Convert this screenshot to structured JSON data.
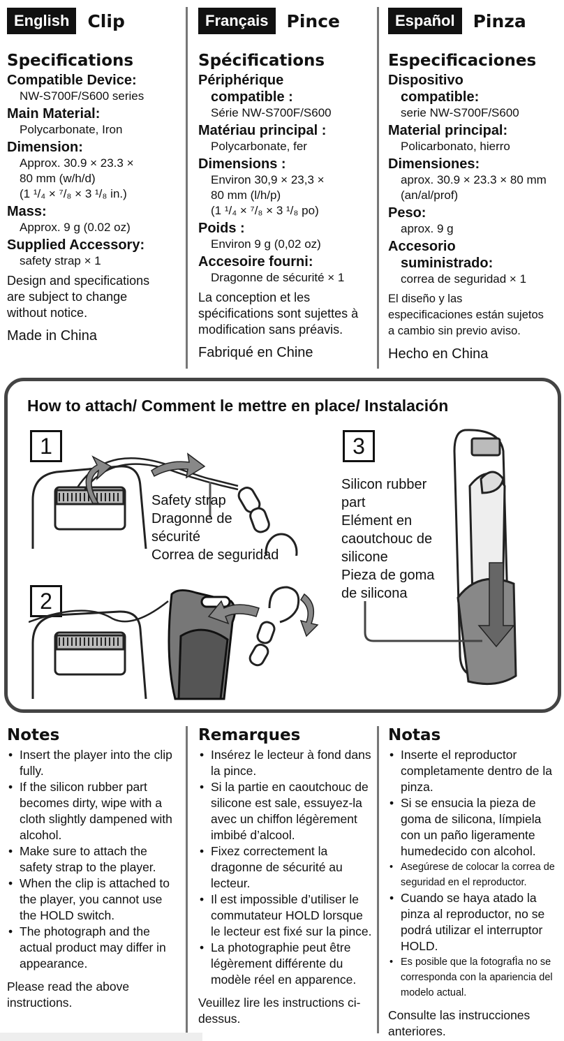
{
  "columns": [
    {
      "lang": "English",
      "title": "Clip",
      "specs_heading": "Specifications",
      "items": [
        {
          "label": "Compatible Device:",
          "label2": "",
          "value": "NW-S700F/S600 series"
        },
        {
          "label": "Main Material:",
          "label2": "",
          "value": "Polycarbonate, Iron"
        },
        {
          "label": "Dimension:",
          "label2": "",
          "value": "Approx. 30.9 × 23.3 ×",
          "value2": "80 mm (w/h/d)",
          "value3": "(1 ¹/₄ × ⁷/₈ × 3 ¹/₈ in.)"
        },
        {
          "label": "Mass:",
          "label2": "",
          "value": "Approx. 9 g (0.02 oz)"
        },
        {
          "label": "Supplied Accessory:",
          "label2": "",
          "value": "safety strap × 1"
        }
      ],
      "note_lines": [
        "Design and specifications",
        "are subject to change",
        "without notice."
      ],
      "made_in": "Made in China"
    },
    {
      "lang": "Français",
      "title": "Pince",
      "specs_heading": "Spécifications",
      "items": [
        {
          "label": "Périphérique",
          "label2": "compatible :",
          "value": "Série NW-S700F/S600"
        },
        {
          "label": "Matériau principal :",
          "label2": "",
          "value": "Polycarbonate, fer"
        },
        {
          "label": "Dimensions :",
          "label2": "",
          "value": "Environ 30,9 × 23,3 ×",
          "value2": "80 mm (l/h/p)",
          "value3": "(1 ¹/₄ × ⁷/₈ × 3 ¹/₈ po)"
        },
        {
          "label": "Poids :",
          "label2": "",
          "value": "Environ 9 g (0,02 oz)"
        },
        {
          "label": "Accesoire fourni:",
          "label2": "",
          "value": "Dragonne de sécurité × 1"
        }
      ],
      "note_lines": [
        "La conception et les",
        "spécifications sont sujettes à",
        "modification sans préavis."
      ],
      "made_in": "Fabriqué en Chine"
    },
    {
      "lang": "Español",
      "title": "Pinza",
      "specs_heading": "Especificaciones",
      "items": [
        {
          "label": "Dispositivo",
          "label2": "compatible:",
          "value": "serie NW-S700F/S600"
        },
        {
          "label": "Material principal:",
          "label2": "",
          "value": "Policarbonato, hierro"
        },
        {
          "label": "Dimensiones:",
          "label2": "",
          "value": "aprox. 30.9 × 23.3 × 80 mm",
          "value2": "(an/al/prof)",
          "value3": ""
        },
        {
          "label": "Peso:",
          "label2": "",
          "value": "aprox. 9 g"
        },
        {
          "label": "Accesorio",
          "label2": "suministrado:",
          "value": "correa de seguridad × 1"
        }
      ],
      "note_lines": [
        "El diseño y las",
        "especificaciones están sujetos",
        "a cambio sin previo aviso."
      ],
      "made_in": "Hecho en China"
    }
  ],
  "attach": {
    "title": "How to attach/ Comment le mettre en place/ Instalación",
    "steps": [
      "1",
      "2",
      "3"
    ],
    "strap_labels": [
      "Safety strap",
      "Dragonne de",
      "sécurité",
      "Correa de seguridad"
    ],
    "rubber_labels": [
      "Silicon rubber",
      "part",
      "Elément en",
      "caoutchouc de",
      "silicone",
      "Pieza de goma",
      "de silicona"
    ]
  },
  "notes": [
    {
      "heading": "Notes",
      "items": [
        "Insert the player into the clip fully.",
        "If the silicon rubber part becomes dirty, wipe with a cloth slightly dampened with alcohol.",
        "Make sure to attach the safety strap to the player.",
        "When the clip is attached to the player, you cannot use the HOLD switch.",
        "The photograph and the actual product may differ in appearance."
      ],
      "closing": "Please read the above instructions."
    },
    {
      "heading": "Remarques",
      "items": [
        "Insérez le lecteur à fond dans la pince.",
        "Si la partie en caoutchouc de silicone est sale, essuyez-la avec un chiffon légèrement imbibé d’alcool.",
        "Fixez correctement la dragonne de sécurité au lecteur.",
        "Il est impossible d’utiliser le commutateur HOLD lorsque le lecteur est fixé sur la pince.",
        "La photographie peut être légèrement différente du modèle réel en apparence."
      ],
      "closing": "Veuillez lire les instructions ci-dessus."
    },
    {
      "heading": "Notas",
      "items": [
        "Inserte el reproductor completamente dentro de la pinza.",
        "Si se ensucia la pieza de goma de silicona, límpiela con un paño ligeramente humedecido con alcohol.",
        "Asegúrese de colocar la correa de seguridad en el reproductor.",
        "Cuando se haya atado la pinza al reproductor, no se podrá utilizar el interruptor HOLD.",
        "Es posible que la fotografÌa no se corresponda con la apariencia del modelo actual."
      ],
      "closing": "Consulte las instrucciones anteriores."
    }
  ]
}
